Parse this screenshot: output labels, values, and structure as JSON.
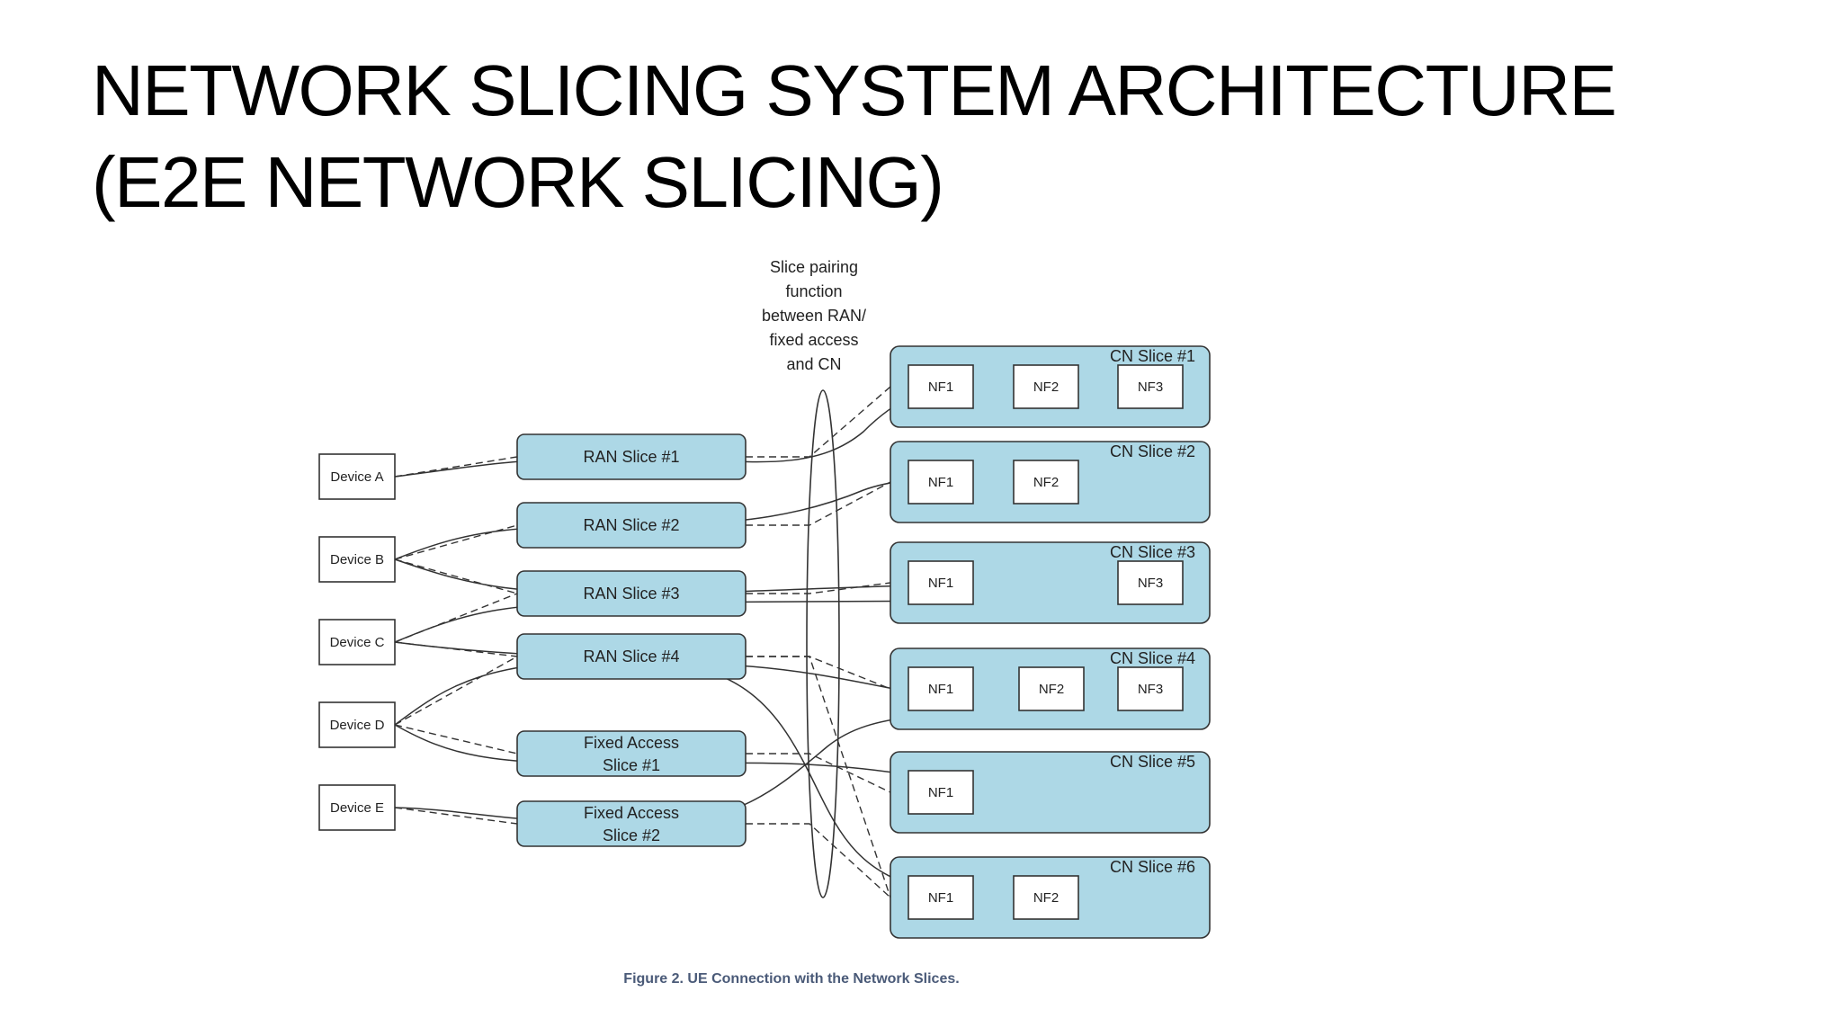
{
  "title": {
    "line1": "NETWORK SLICING SYSTEM ARCHITECTURE",
    "line2": "(E2E NETWORK SLICING)"
  },
  "colors": {
    "slice_fill": "#add8e6",
    "stroke": "#333333",
    "caption": "#4a5a78"
  },
  "pairing_label": [
    "Slice pairing",
    "function",
    "between RAN/",
    "fixed access",
    "and CN"
  ],
  "devices": [
    "Device A",
    "Device B",
    "Device C",
    "Device D",
    "Device E"
  ],
  "access_slices": [
    [
      "RAN Slice #1"
    ],
    [
      "RAN Slice #2"
    ],
    [
      "RAN Slice #3"
    ],
    [
      "RAN Slice #4"
    ],
    [
      "Fixed Access",
      "Slice #1"
    ],
    [
      "Fixed Access",
      "Slice #2"
    ]
  ],
  "cn_slices": [
    {
      "label": "CN Slice #1",
      "nfs": [
        "NF1",
        "NF2",
        "NF3"
      ]
    },
    {
      "label": "CN Slice #2",
      "nfs": [
        "NF1",
        "NF2"
      ]
    },
    {
      "label": "CN Slice #3",
      "nfs": [
        "NF1",
        "NF3"
      ]
    },
    {
      "label": "CN Slice #4",
      "nfs": [
        "NF1",
        "NF2",
        "NF3"
      ]
    },
    {
      "label": "CN Slice #5",
      "nfs": [
        "NF1"
      ]
    },
    {
      "label": "CN Slice #6",
      "nfs": [
        "NF1",
        "NF2"
      ]
    }
  ],
  "caption": "Figure 2. UE Connection with the Network Slices."
}
